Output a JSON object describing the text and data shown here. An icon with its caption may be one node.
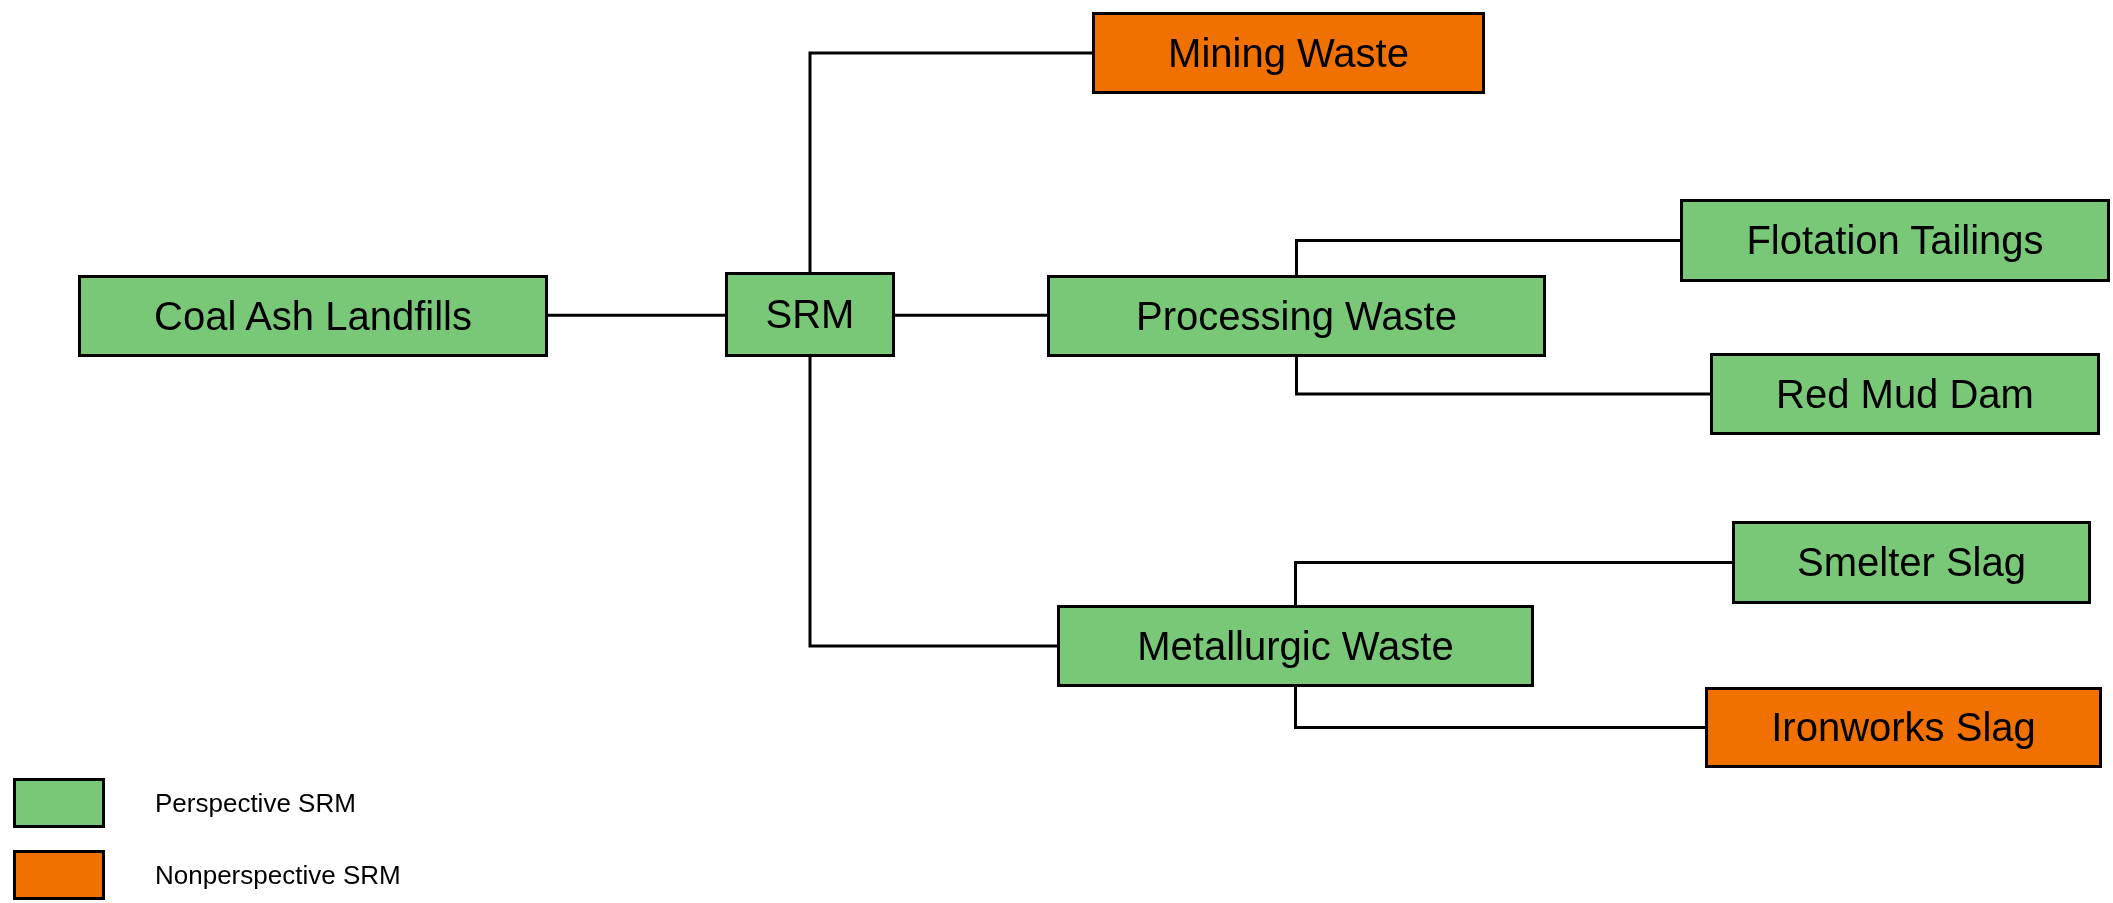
{
  "diagram": {
    "nodes": [
      {
        "text": [
          "Coal Ash Landfills"
        ]
      },
      {
        "text": [
          "SRM"
        ]
      },
      {
        "text": [
          "Mining Waste"
        ]
      },
      {
        "text": [
          "Processing Waste"
        ]
      },
      {
        "text": [
          "Flotation Tailings"
        ]
      },
      {
        "text": [
          "Red Mud Dam"
        ]
      },
      {
        "text": [
          "Metallurgic Waste"
        ]
      },
      {
        "text": [
          "Smelter Slag"
        ]
      },
      {
        "text": [
          "Ironworks Slag"
        ]
      }
    ],
    "edges": [
      {
        "from": 0,
        "to": 1,
        "arrow": "none"
      },
      {
        "from": 1,
        "to": 2,
        "arrow": "none"
      },
      {
        "from": 1,
        "to": 3,
        "arrow": "none"
      },
      {
        "from": 1,
        "to": 6,
        "arrow": "none"
      },
      {
        "from": 3,
        "to": 4,
        "arrow": "none"
      },
      {
        "from": 3,
        "to": 5,
        "arrow": "none"
      },
      {
        "from": 6,
        "to": 7,
        "arrow": "none"
      },
      {
        "from": 6,
        "to": 8,
        "arrow": "none"
      }
    ],
    "legend": [
      {
        "text": "Perspective SRM",
        "color": "#78c878"
      },
      {
        "text": "Nonperspective SRM",
        "color": "#f07000"
      }
    ]
  }
}
